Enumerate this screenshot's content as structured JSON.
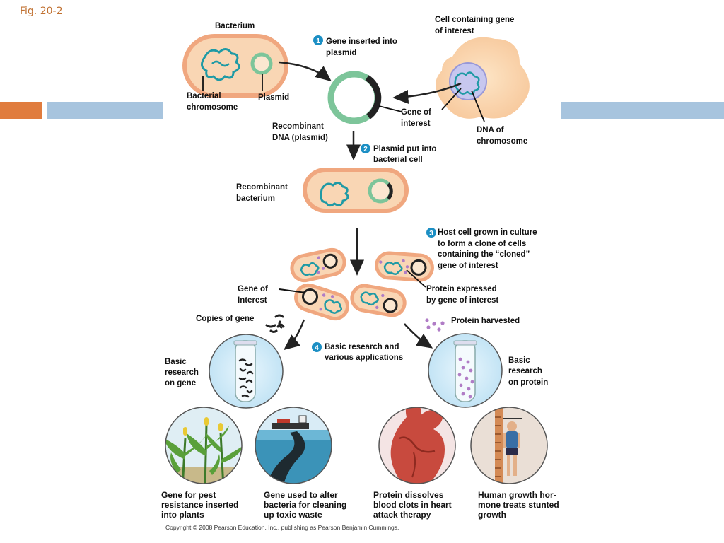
{
  "slide": {
    "fig_label": "Fig. 20-2",
    "colors": {
      "orange_band": "#e07c3e",
      "blue_band": "#a7c4de",
      "bacterium_fill": "#f7c9a2",
      "bacterium_rim": "#e0805a",
      "dna": "#1f9aa5",
      "plasmid": "#7dc59a",
      "protein": "#b07cc6",
      "step_badge": "#1c8fc4"
    }
  },
  "labels": {
    "bacterium": "Bacterium",
    "bacterial_chromosome": [
      "Bacterial",
      "chromosome"
    ],
    "plasmid": "Plasmid",
    "cell_gene": [
      "Cell containing gene",
      "of interest"
    ],
    "recombinant_dna": [
      "Recombinant",
      "DNA (plasmid)"
    ],
    "gene_of_interest_top": [
      "Gene of",
      "interest"
    ],
    "dna_of_chromosome": [
      "DNA of",
      "chromosome"
    ],
    "recombinant_bacterium": [
      "Recombinant",
      "bacterium"
    ],
    "gene_of_interest_mid": [
      "Gene of",
      "Interest"
    ],
    "protein_expressed": [
      "Protein expressed",
      "by gene of interest"
    ],
    "copies_of_gene": "Copies of gene",
    "protein_harvested": "Protein harvested",
    "basic_research_gene": [
      "Basic",
      "research",
      "on gene"
    ],
    "basic_research_protein": [
      "Basic",
      "research",
      "on protein"
    ]
  },
  "steps": [
    {
      "num": "1",
      "lines": [
        "Gene inserted into",
        "plasmid"
      ]
    },
    {
      "num": "2",
      "lines": [
        "Plasmid put into",
        "bacterial cell"
      ]
    },
    {
      "num": "3",
      "lines": [
        "Host cell grown in culture",
        "to form a clone of cells",
        "containing the “cloned”",
        "gene of interest"
      ]
    },
    {
      "num": "4",
      "lines": [
        "Basic research and",
        "various applications"
      ]
    }
  ],
  "applications": [
    {
      "icon": "corn-plants",
      "lines": [
        "Gene for pest",
        "resistance inserted",
        "into plants"
      ]
    },
    {
      "icon": "oil-tanker-spill",
      "lines": [
        "Gene used to alter",
        "bacteria for cleaning",
        "up toxic waste"
      ]
    },
    {
      "icon": "heart",
      "lines": [
        "Protein dissolves",
        "blood clots in heart",
        "attack therapy"
      ]
    },
    {
      "icon": "child-height-chart",
      "lines": [
        "Human growth hor-",
        "mone treats stunted",
        "growth"
      ]
    }
  ],
  "copyright": "Copyright © 2008 Pearson Education, Inc., publishing as Pearson Benjamin Cummings."
}
